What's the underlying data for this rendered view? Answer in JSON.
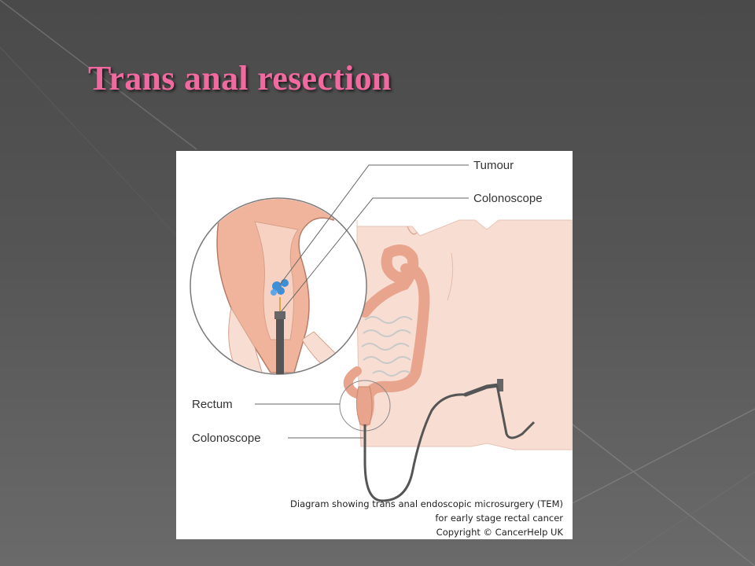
{
  "slide": {
    "title": "Trans anal resection"
  },
  "figure": {
    "labels": {
      "tumour": "Tumour",
      "colonoscope_top": "Colonoscope",
      "rectum": "Rectum",
      "colonoscope_bottom": "Colonoscope"
    },
    "caption": {
      "line1": "Diagram showing trans anal endoscopic microsurgery (TEM)",
      "line2": "for early stage rectal cancer",
      "line3": "Copyright © CancerHelp UK"
    }
  },
  "colors": {
    "title": "#f06aa0",
    "background": "#555555",
    "skin": "#f7ddd2",
    "bowel": "#e8a48c",
    "tumour": "#3f8fd6",
    "scope": "#555555"
  }
}
